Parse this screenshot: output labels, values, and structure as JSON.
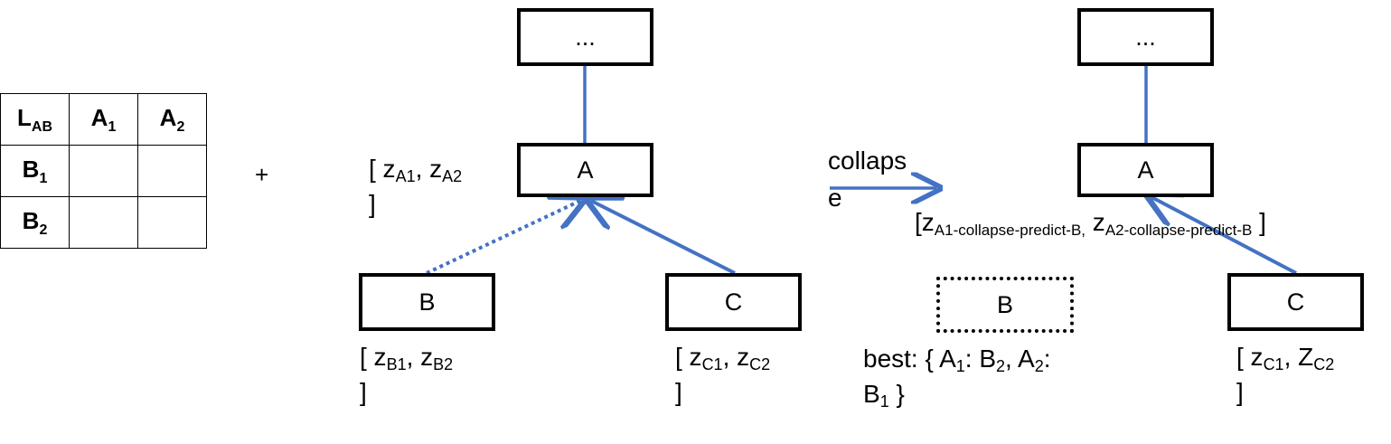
{
  "table": {
    "corner_main": "L",
    "corner_sub": "AB",
    "col1_main": "A",
    "col1_sub": "1",
    "col2_main": "A",
    "col2_sub": "2",
    "row1_main": "B",
    "row1_sub": "1",
    "row2_main": "B",
    "row2_sub": "2"
  },
  "plus": "+",
  "left_tree": {
    "top": "...",
    "a": "A",
    "b": "B",
    "c": "C",
    "a_label": {
      "open": "[ z",
      "s1": "A1",
      "mid": ", z",
      "s2": "A2",
      "close": "]"
    },
    "b_label": {
      "open": "[ z",
      "s1": "B1",
      "mid": ", z",
      "s2": "B2",
      "close": "]"
    },
    "c_label": {
      "open": "[ z",
      "s1": "C1",
      "mid": ", z",
      "s2": "C2",
      "close": "]"
    }
  },
  "collapse": {
    "line1": "collaps",
    "line2": "e"
  },
  "right_tree": {
    "top": "...",
    "a": "A",
    "b": "B",
    "c": "C",
    "a_label": {
      "open": "[z",
      "s1": "A1-collapse-predict-B,",
      "mid": " z",
      "s2": "A2-collapse-predict-B",
      "close": " ]"
    },
    "c_label": {
      "open": "[ z",
      "s1": "C1",
      "mid": ", Z",
      "s2": "C2",
      "close": "]"
    },
    "best": {
      "t1": "best: { A",
      "s1": "1",
      "t2": ": B",
      "s2": "2",
      "t3": ", A",
      "s3": "2",
      "t4": ":",
      "t5": "B",
      "s5": "1",
      "t6": " }"
    }
  },
  "colors": {
    "edge": "#4472c4",
    "border": "#000000"
  }
}
